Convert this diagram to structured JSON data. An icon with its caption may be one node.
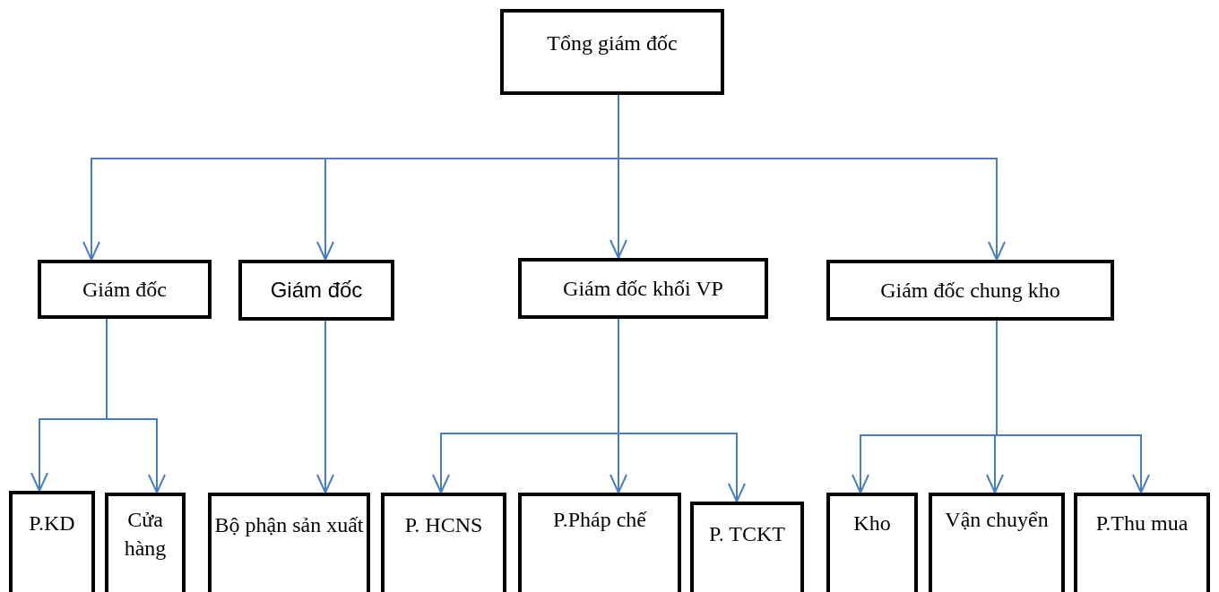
{
  "diagram": {
    "nodes": [
      {
        "text": [
          "Tổng giám đốc"
        ]
      },
      {
        "text": [
          "Giám đốc"
        ]
      },
      {
        "text": [
          "Giám đốc"
        ]
      },
      {
        "text": [
          "Giám đốc khối VP"
        ]
      },
      {
        "text": [
          "Giám đốc chung kho"
        ]
      },
      {
        "text": [
          "P.KD"
        ]
      },
      {
        "text": [
          "Cửa hàng"
        ]
      },
      {
        "text": [
          "Bộ phận sản xuất"
        ]
      },
      {
        "text": [
          "P. HCNS"
        ]
      },
      {
        "text": [
          "P.Pháp chế"
        ]
      },
      {
        "text": [
          "P. TCKT"
        ]
      },
      {
        "text": [
          "Kho"
        ]
      },
      {
        "text": [
          "Vận chuyển"
        ]
      },
      {
        "text": [
          "P.Thu mua"
        ]
      }
    ],
    "edges": [
      {
        "from": 0,
        "to": 1,
        "arrow": "to"
      },
      {
        "from": 0,
        "to": 2,
        "arrow": "to"
      },
      {
        "from": 0,
        "to": 3,
        "arrow": "to"
      },
      {
        "from": 0,
        "to": 4,
        "arrow": "to"
      },
      {
        "from": 1,
        "to": 5,
        "arrow": "to"
      },
      {
        "from": 1,
        "to": 6,
        "arrow": "to"
      },
      {
        "from": 2,
        "to": 7,
        "arrow": "to"
      },
      {
        "from": 3,
        "to": 8,
        "arrow": "to"
      },
      {
        "from": 3,
        "to": 9,
        "arrow": "to"
      },
      {
        "from": 3,
        "to": 10,
        "arrow": "to"
      },
      {
        "from": 4,
        "to": 11,
        "arrow": "to"
      },
      {
        "from": 4,
        "to": 12,
        "arrow": "to"
      },
      {
        "from": 4,
        "to": 13,
        "arrow": "to"
      }
    ]
  }
}
